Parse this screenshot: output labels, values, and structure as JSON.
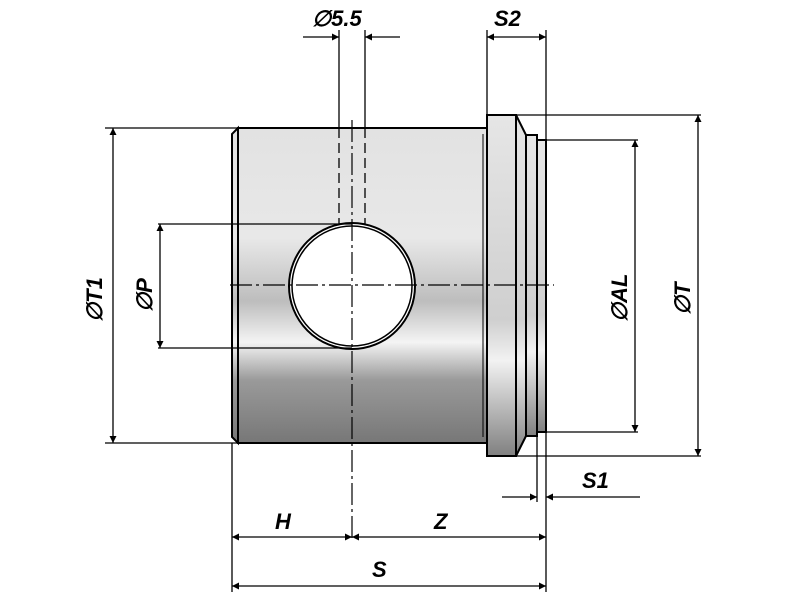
{
  "drawing": {
    "labels": {
      "hole_dia": "∅5.5",
      "s2": "S2",
      "t1": "∅T1",
      "p": "∅P",
      "al": "∅AL",
      "t": "∅T",
      "s1": "S1",
      "h": "H",
      "z": "Z",
      "s": "S"
    },
    "colors": {
      "metal_light": "#ececec",
      "metal_dark": "#7a7a7a",
      "line": "#000000"
    }
  }
}
